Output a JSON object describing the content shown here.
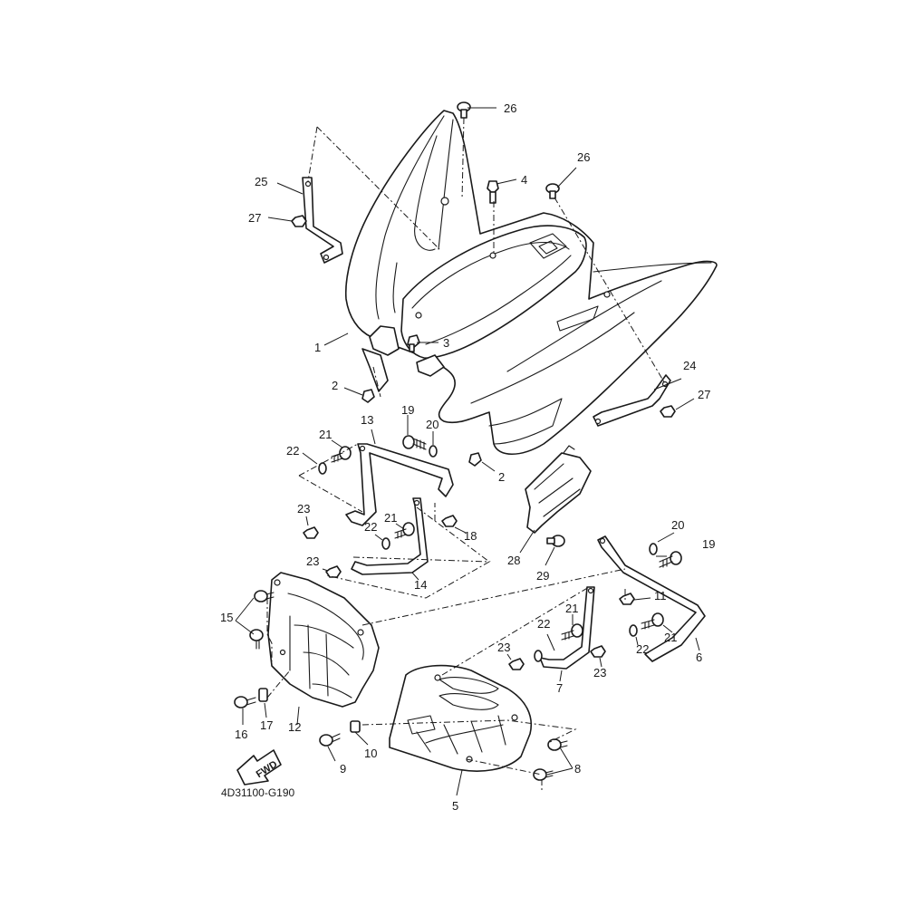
{
  "diagram": {
    "code": "4D31100-G190",
    "fwd_label": "FWD",
    "callouts": [
      {
        "id": "c1",
        "text": "1"
      },
      {
        "id": "c2a",
        "text": "2"
      },
      {
        "id": "c2b",
        "text": "2"
      },
      {
        "id": "c3",
        "text": "3"
      },
      {
        "id": "c4",
        "text": "4"
      },
      {
        "id": "c5",
        "text": "5"
      },
      {
        "id": "c6",
        "text": "6"
      },
      {
        "id": "c7",
        "text": "7"
      },
      {
        "id": "c8",
        "text": "8"
      },
      {
        "id": "c9",
        "text": "9"
      },
      {
        "id": "c10",
        "text": "10"
      },
      {
        "id": "c11",
        "text": "11"
      },
      {
        "id": "c12",
        "text": "12"
      },
      {
        "id": "c13",
        "text": "13"
      },
      {
        "id": "c14",
        "text": "14"
      },
      {
        "id": "c15",
        "text": "15"
      },
      {
        "id": "c16",
        "text": "16"
      },
      {
        "id": "c17",
        "text": "17"
      },
      {
        "id": "c18",
        "text": "18"
      },
      {
        "id": "c19a",
        "text": "19"
      },
      {
        "id": "c19b",
        "text": "19"
      },
      {
        "id": "c20a",
        "text": "20"
      },
      {
        "id": "c20b",
        "text": "20"
      },
      {
        "id": "c21a",
        "text": "21"
      },
      {
        "id": "c21b",
        "text": "21"
      },
      {
        "id": "c21c",
        "text": "21"
      },
      {
        "id": "c21d",
        "text": "21"
      },
      {
        "id": "c22a",
        "text": "22"
      },
      {
        "id": "c22b",
        "text": "22"
      },
      {
        "id": "c22c",
        "text": "22"
      },
      {
        "id": "c22d",
        "text": "22"
      },
      {
        "id": "c23a",
        "text": "23"
      },
      {
        "id": "c23b",
        "text": "23"
      },
      {
        "id": "c23c",
        "text": "23"
      },
      {
        "id": "c23d",
        "text": "23"
      },
      {
        "id": "c24",
        "text": "24"
      },
      {
        "id": "c25",
        "text": "25"
      },
      {
        "id": "c26a",
        "text": "26"
      },
      {
        "id": "c26b",
        "text": "26"
      },
      {
        "id": "c27a",
        "text": "27"
      },
      {
        "id": "c27b",
        "text": "27"
      },
      {
        "id": "c28",
        "text": "28"
      },
      {
        "id": "c29",
        "text": "29"
      }
    ]
  }
}
